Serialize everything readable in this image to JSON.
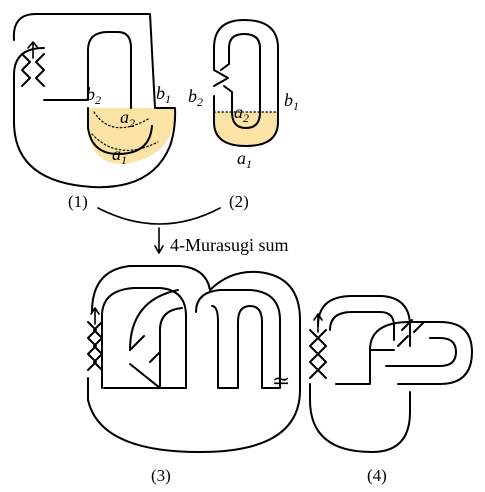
{
  "labels": {
    "fig1": "(1)",
    "fig2": "(2)",
    "fig3": "(3)",
    "fig4": "(4)",
    "operation": "4-Murasugi sum",
    "equiv_symbol": "≃"
  },
  "fig1_labels": {
    "b2": "b",
    "b2_sub": "2",
    "b1": "b",
    "b1_sub": "1",
    "a2": "a",
    "a2_sub": "2",
    "a1": "a",
    "a1_sub": "1"
  },
  "fig2_labels": {
    "b2": "b",
    "b2_sub": "2",
    "b1": "b",
    "b1_sub": "1",
    "a2": "a",
    "a2_sub": "2",
    "a1": "a",
    "a1_sub": "1"
  },
  "colors": {
    "highlight": "#fbe3a6",
    "stroke": "#000000",
    "background": "#ffffff"
  }
}
